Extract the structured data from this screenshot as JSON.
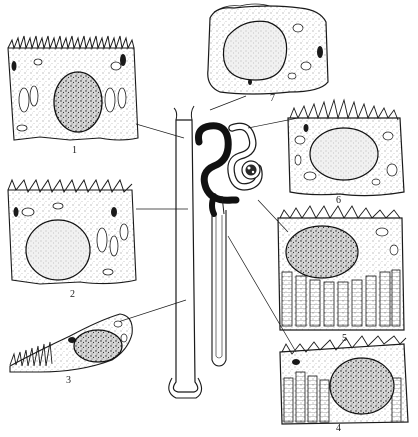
{
  "figure": {
    "labels": {
      "cell_1": "1",
      "cell_2": "2",
      "cell_3": "3",
      "cell_4": "4",
      "cell_5": "5",
      "cell_6": "6",
      "cell_7": "7"
    },
    "ink_color": "#1a1a1a",
    "paper_color": "#ffffff"
  }
}
